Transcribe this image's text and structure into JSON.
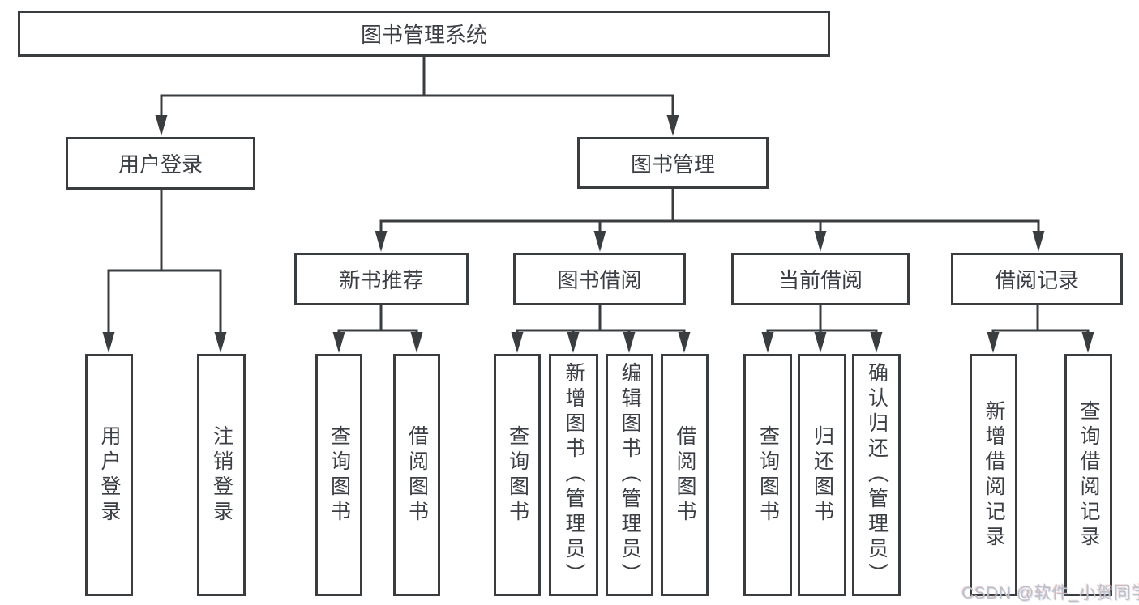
{
  "diagram": {
    "root": {
      "label": "图书管理系统"
    },
    "level2": [
      {
        "id": "user-login",
        "label": "用户登录"
      },
      {
        "id": "book-management",
        "label": "图书管理"
      }
    ],
    "level3": [
      {
        "id": "new-book-recommendation",
        "label": "新书推荐"
      },
      {
        "id": "book-borrowing",
        "label": "图书借阅"
      },
      {
        "id": "current-borrowing",
        "label": "当前借阅"
      },
      {
        "id": "borrowing-records",
        "label": "借阅记录"
      }
    ],
    "leaves": [
      {
        "id": "user-login",
        "label": "用户登录"
      },
      {
        "id": "logout",
        "label": "注销登录"
      },
      {
        "id": "query-books-1",
        "label": "查询图书"
      },
      {
        "id": "borrow-books-1",
        "label": "借阅图书"
      },
      {
        "id": "query-books-2",
        "label": "查询图书"
      },
      {
        "id": "add-book-admin",
        "label": "新增图书（管理员）"
      },
      {
        "id": "edit-book-admin",
        "label": "编辑图书（管理员）"
      },
      {
        "id": "borrow-books-2",
        "label": "借阅图书"
      },
      {
        "id": "query-books-3",
        "label": "查询图书"
      },
      {
        "id": "return-books",
        "label": "归还图书"
      },
      {
        "id": "confirm-return-admin",
        "label": "确认归还（管理员）"
      },
      {
        "id": "add-borrow-record",
        "label": "新增借阅记录"
      },
      {
        "id": "query-borrow-record",
        "label": "查询借阅记录"
      }
    ]
  },
  "watermark": {
    "text": "CSDN @软件_小贺同学"
  },
  "colors": {
    "line": "#3a3d40",
    "text": "#3b3e44",
    "watermark": "#bdc1c7",
    "background": "#ffffff"
  }
}
